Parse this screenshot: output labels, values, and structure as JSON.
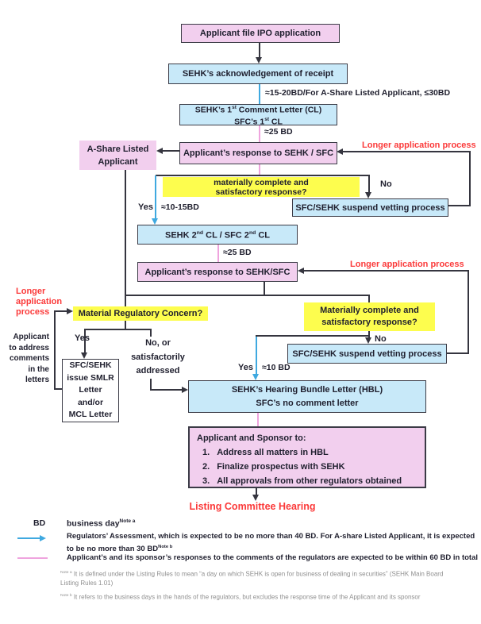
{
  "nodes": {
    "ipo": {
      "text": "Applicant file IPO application"
    },
    "ack": {
      "text": "SEHK’s acknowledgement of receipt"
    },
    "cl1": {
      "p1": "SEHK’s 1",
      "s1": "st",
      "p2": " Comment Letter (",
      "b1": "CL",
      "p3": ")",
      "l2p1": "SFC’s 1",
      "l2s1": "st",
      "l2p2": " CL"
    },
    "ashare": {
      "line1": "A-Share Listed",
      "line2": "Applicant"
    },
    "resp1": {
      "text": "Applicant’s response to SEHK / SFC"
    },
    "q1": {
      "line1": "materially complete and",
      "line2": "satisfactory response?"
    },
    "suspend1": {
      "text": "SFC/SEHK suspend vetting process"
    },
    "cl2": {
      "p1": "SEHK 2",
      "s1": "nd",
      "p2": " CL / SFC 2",
      "s2": "nd",
      "p3": " CL"
    },
    "resp2": {
      "text": "Applicant’s response to SEHK/SFC"
    },
    "q2": {
      "line1": "Materially complete and",
      "line2": "satisfactory response?"
    },
    "q3": {
      "text": "Material Regulatory Concern?"
    },
    "smlr": {
      "line1": "SFC/SEHK",
      "line2": "issue SMLR",
      "line3": "Letter",
      "line4": "and/or",
      "line5": "MCL Letter"
    },
    "suspend2": {
      "text": "SFC/SEHK suspend vetting process"
    },
    "hbl": {
      "p1": "SEHK’s Hearing Bundle Letter (",
      "b1": "HBL",
      "p2": ")",
      "line2": "SFC’s no comment letter"
    },
    "final": {
      "title": "Applicant and Sponsor to:",
      "items": [
        {
          "num": "1.",
          "text": "Address all matters in HBL"
        },
        {
          "num": "2.",
          "text": "Finalize prospectus with SEHK"
        },
        {
          "num": "3.",
          "text": "All approvals from other regulators obtained"
        }
      ]
    },
    "listing": {
      "text": "Listing Committee Hearing"
    }
  },
  "labels": {
    "t1": "≈15-20BD/For A-Share Listed Applicant, ≤30BD",
    "t2": "≈25 BD",
    "t3": "≈10-15BD",
    "t4": "≈25 BD",
    "t5": "≈10 BD",
    "yes1": "Yes",
    "no1": "No",
    "yes2": "Yes",
    "no2": "No",
    "yes3": "Yes",
    "no3": {
      "line1": "No, or",
      "line2": "satisfactorily",
      "line3": "addressed"
    },
    "longer1": "Longer application process",
    "longer2": "Longer application process",
    "longer3": {
      "line1": "Longer",
      "line2": "application",
      "line3": "process"
    },
    "address": {
      "line1": "Applicant",
      "line2": "to address",
      "line3": "comments",
      "line4": "in the",
      "line5": "letters"
    }
  },
  "legend": {
    "bd_abbr": "BD",
    "bd_text": "business day",
    "bd_sup": "Note a",
    "reg_line1": "Regulators’ Assessment, which is expected to be no more than 40 BD. For A-share Listed Applicant, it is expected",
    "reg_line2": "to be no more than 30 BD",
    "reg_sup": "Note b",
    "pink_text": "Applicant’s and its sponsor’s responses to the comments of the regulators are expected to be within 60 BD in total",
    "notea_sup": "Note a",
    "notea_text": " It is defined under the Listing Rules to mean “a day on which SEHK is open for business of dealing in securities” (SEHK Main Board Listing Rules 1.01)",
    "noteb_sup": "Note b",
    "noteb_text": " It refers to the business days in the hands of the regulators, but excludes the response time of the Applicant and its sponsor"
  },
  "colors": {
    "pink_fill": "#f2cfee",
    "blue_fill": "#c8e9f9",
    "yellow": "#fdfd4e",
    "red_text": "#fb3a3a",
    "dark_line": "#35353f",
    "blue_connector": "#3fa9e0",
    "pink_connector": "#efa4de"
  }
}
